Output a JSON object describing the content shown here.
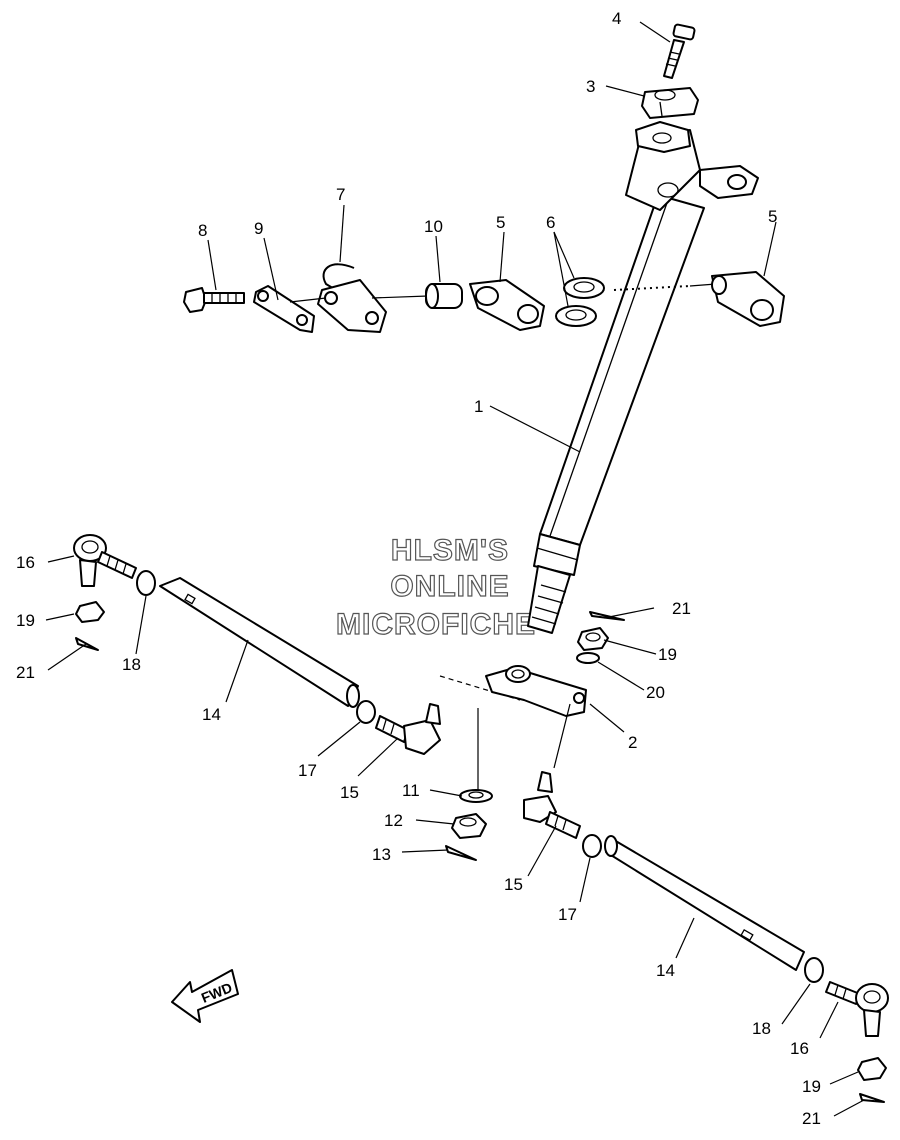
{
  "watermark": {
    "line1": "HLSM'S",
    "line2": "ONLINE",
    "line3": "MICROFICHE"
  },
  "fwd_label": "FWD",
  "callouts": {
    "c1": "1",
    "c2": "2",
    "c3": "3",
    "c4": "4",
    "c5a": "5",
    "c5b": "5",
    "c6": "6",
    "c7": "7",
    "c8": "8",
    "c9": "9",
    "c10": "10",
    "c11": "11",
    "c12": "12",
    "c13": "13",
    "c14a": "14",
    "c14b": "14",
    "c15a": "15",
    "c15b": "15",
    "c16a": "16",
    "c16b": "16",
    "c17a": "17",
    "c17b": "17",
    "c18a": "18",
    "c18b": "18",
    "c19a": "19",
    "c19b": "19",
    "c19c": "19",
    "c20": "20",
    "c21a": "21",
    "c21b": "21",
    "c21c": "21"
  }
}
